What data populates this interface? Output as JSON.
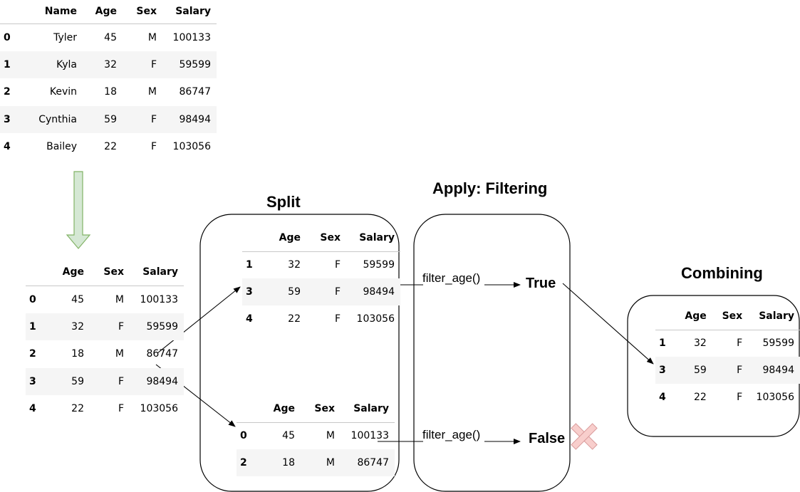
{
  "columns_full": [
    "",
    "Name",
    "Age",
    "Sex",
    "Salary"
  ],
  "columns_short": [
    "",
    "Age",
    "Sex",
    "Salary"
  ],
  "original_rows": [
    [
      "0",
      "Tyler",
      "45",
      "M",
      "100133"
    ],
    [
      "1",
      "Kyla",
      "32",
      "F",
      "59599"
    ],
    [
      "2",
      "Kevin",
      "18",
      "M",
      "86747"
    ],
    [
      "3",
      "Cynthia",
      "59",
      "F",
      "98494"
    ],
    [
      "4",
      "Bailey",
      "22",
      "F",
      "103056"
    ]
  ],
  "selected_rows": [
    [
      "0",
      "45",
      "M",
      "100133"
    ],
    [
      "1",
      "32",
      "F",
      "59599"
    ],
    [
      "2",
      "18",
      "M",
      "86747"
    ],
    [
      "3",
      "59",
      "F",
      "98494"
    ],
    [
      "4",
      "22",
      "F",
      "103056"
    ]
  ],
  "split_group_f": [
    [
      "1",
      "32",
      "F",
      "59599"
    ],
    [
      "3",
      "59",
      "F",
      "98494"
    ],
    [
      "4",
      "22",
      "F",
      "103056"
    ]
  ],
  "split_group_m": [
    [
      "0",
      "45",
      "M",
      "100133"
    ],
    [
      "2",
      "18",
      "M",
      "86747"
    ]
  ],
  "combined_rows": [
    [
      "1",
      "32",
      "F",
      "59599"
    ],
    [
      "3",
      "59",
      "F",
      "98494"
    ],
    [
      "4",
      "22",
      "F",
      "103056"
    ]
  ],
  "labels": {
    "split": "Split",
    "apply": "Apply: Filtering",
    "combining": "Combining",
    "filter_fn": "filter_age()",
    "true_label": "True",
    "false_label": "False"
  },
  "colors": {
    "down_arrow_fill": "#d5e8d4",
    "down_arrow_stroke": "#82b366",
    "cross_fill": "#f8cecc",
    "cross_stroke": "#d99a9a"
  }
}
